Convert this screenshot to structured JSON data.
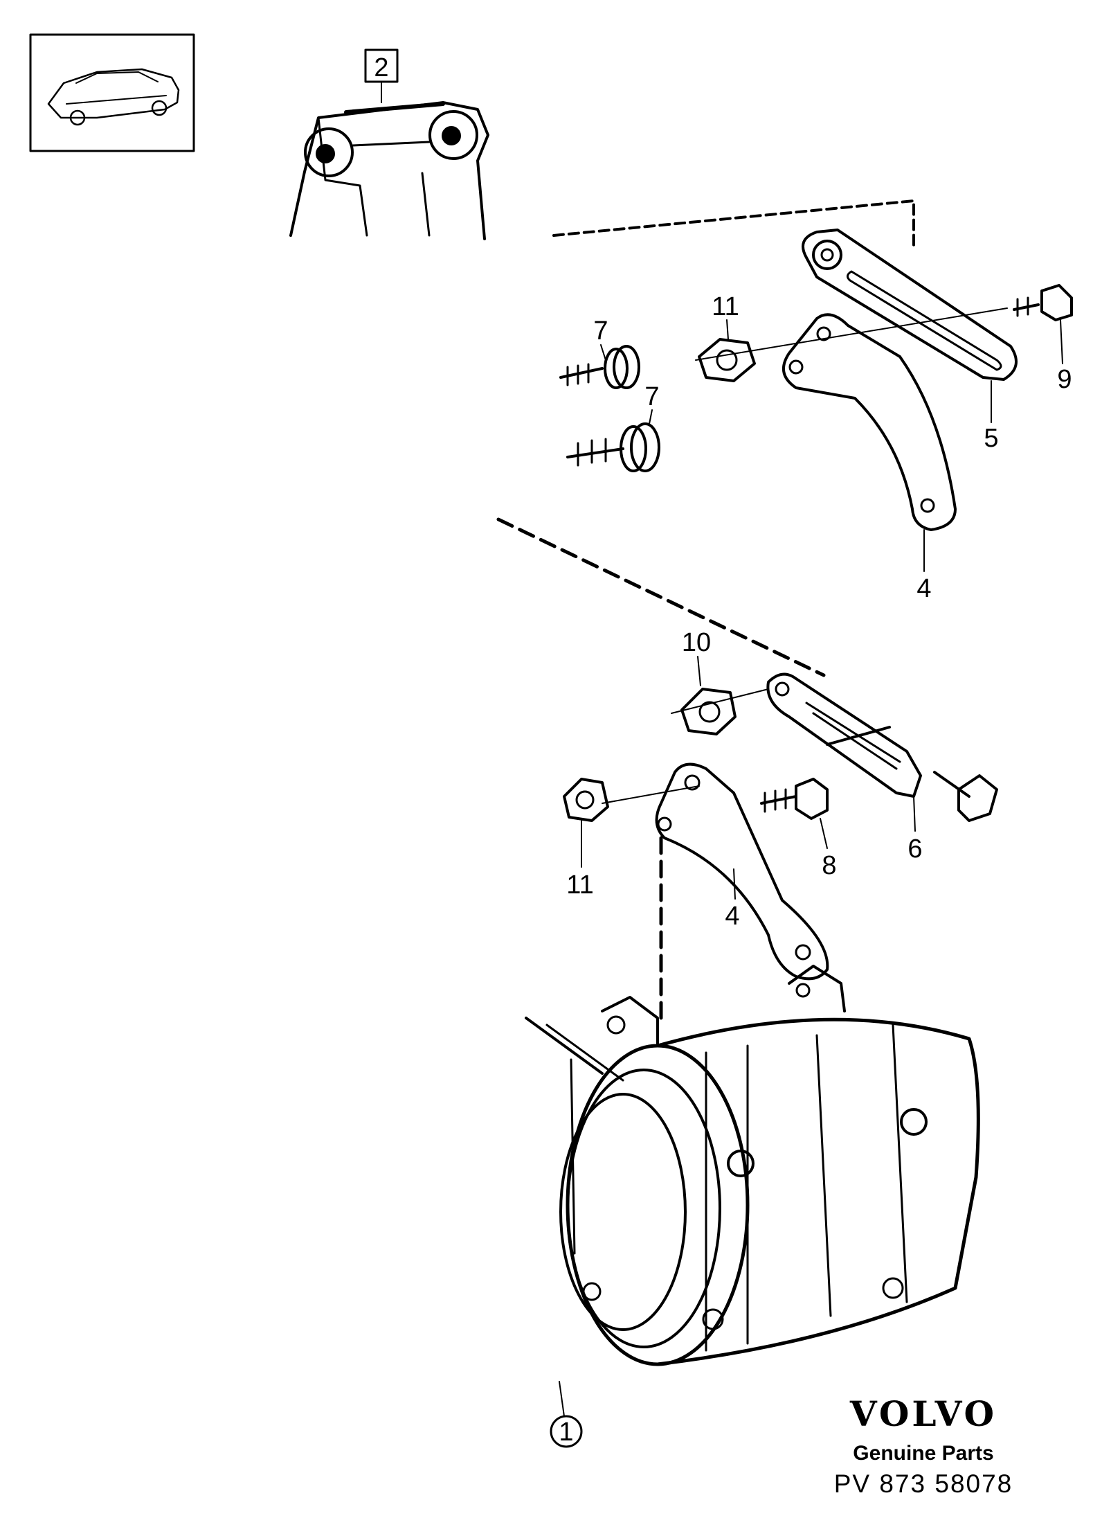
{
  "callouts": {
    "c1": "1",
    "c2": "2",
    "c4a": "4",
    "c4b": "4",
    "c5": "5",
    "c6": "6",
    "c7a": "7",
    "c7b": "7",
    "c8": "8",
    "c9": "9",
    "c10": "10",
    "c11a": "11",
    "c11b": "11"
  },
  "brand": {
    "logo": "VOLVO",
    "subtitle": "Genuine Parts",
    "code": "PV  873 58078"
  },
  "colors": {
    "ink": "#000000",
    "paper": "#ffffff"
  }
}
